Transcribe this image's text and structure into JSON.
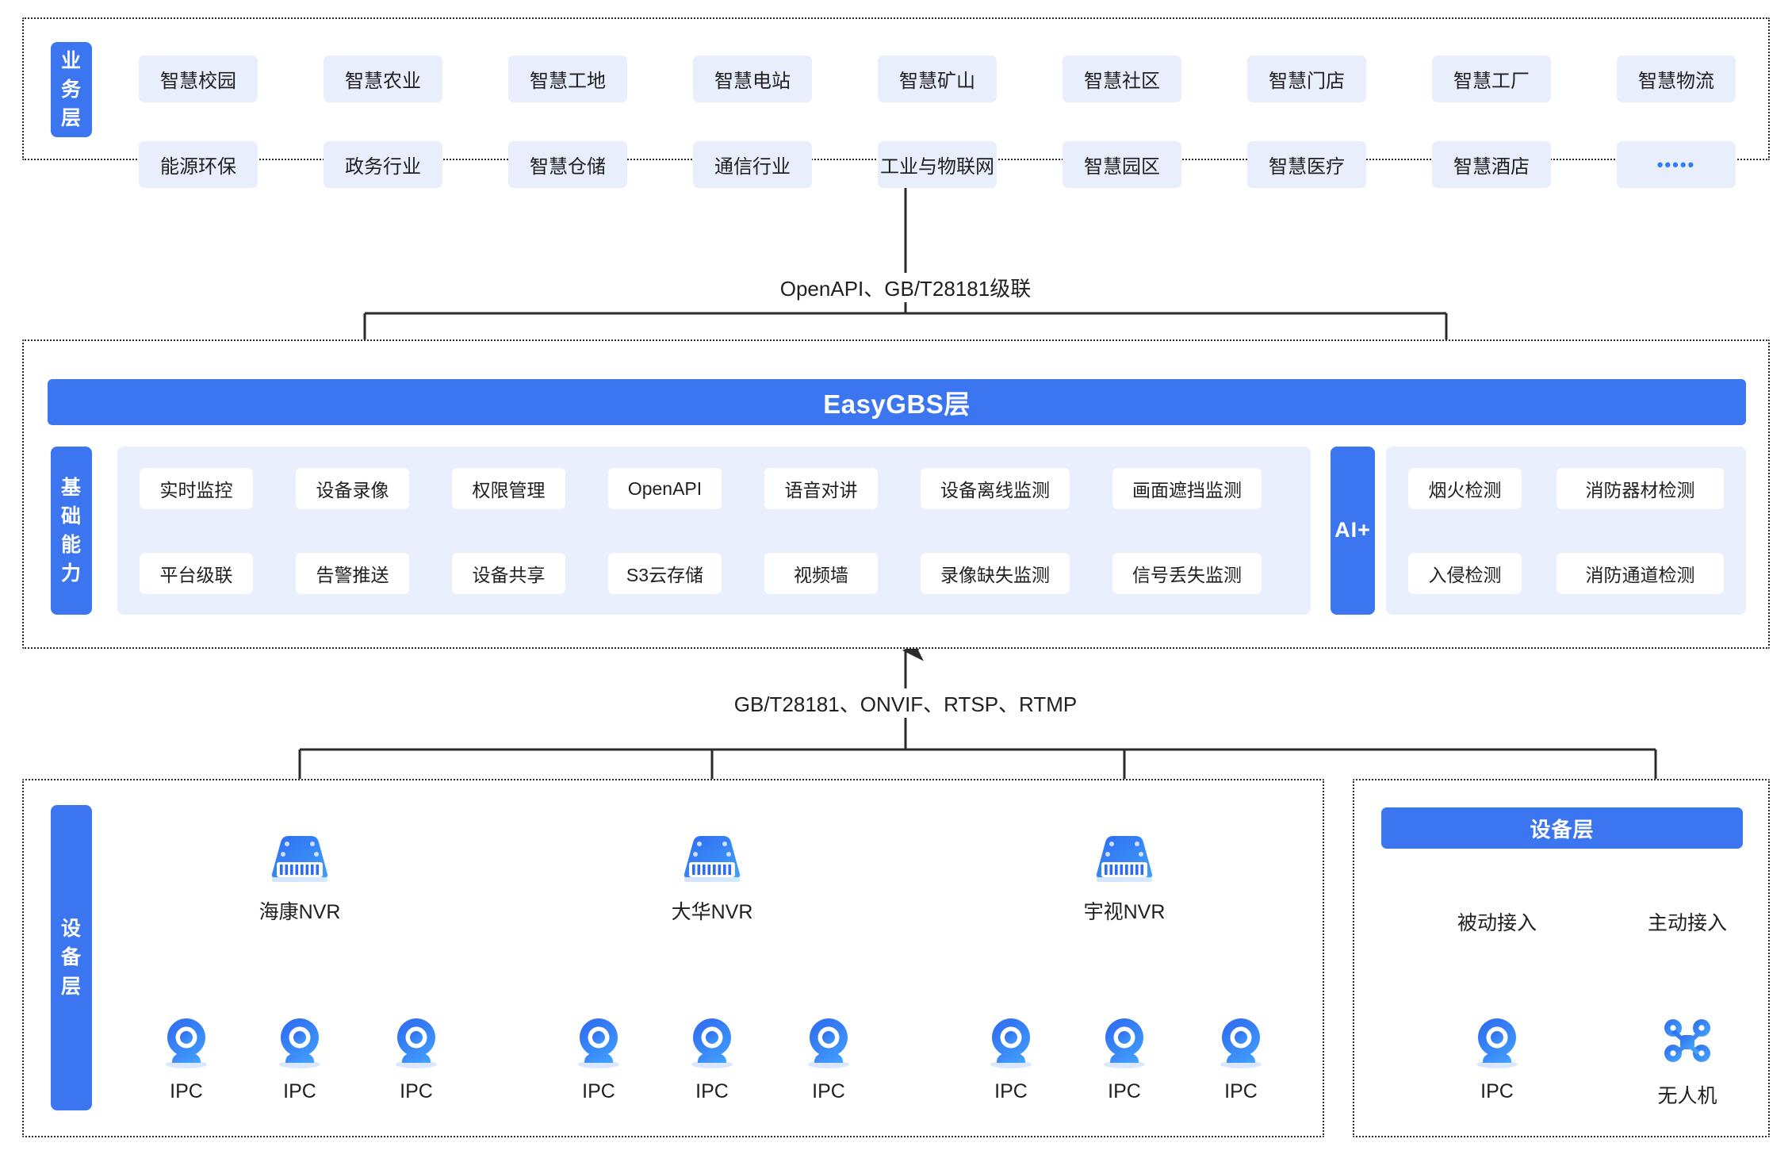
{
  "colors": {
    "brand_blue": "#3b76f0",
    "chip_bg": "#e8eefc",
    "panel_bg": "#e9effd",
    "line": "#2b2b2b",
    "text": "#1f1f1f",
    "icon_blue_dark": "#2f6bf0",
    "icon_blue_light": "#3fa0fb"
  },
  "business_layer": {
    "label_chars": [
      "业",
      "务",
      "层"
    ],
    "row1": [
      "智慧校园",
      "智慧农业",
      "智慧工地",
      "智慧电站",
      "智慧矿山",
      "智慧社区",
      "智慧门店",
      "智慧工厂",
      "智慧物流"
    ],
    "row2": [
      "能源环保",
      "政务行业",
      "智慧仓储",
      "通信行业",
      "工业与物联网",
      "智慧园区",
      "智慧医疗",
      "智慧酒店",
      "•••••"
    ]
  },
  "connector_top": {
    "text": "OpenAPI、GB/T28181级联"
  },
  "easygbs": {
    "title": "EasyGBS层",
    "capability_label_chars": [
      "基",
      "础",
      "能",
      "力"
    ],
    "capabilities_row1": [
      "实时监控",
      "设备录像",
      "权限管理",
      "OpenAPI",
      "语音对讲",
      "设备离线监测",
      "画面遮挡监测"
    ],
    "capabilities_row2": [
      "平台级联",
      "告警推送",
      "设备共享",
      "S3云存储",
      "视频墙",
      "录像缺失监测",
      "信号丢失监测"
    ],
    "ai": {
      "label": "AI+",
      "row1": [
        "烟火检测",
        "消防器材检测"
      ],
      "row2": [
        "入侵检测",
        "消防通道检测"
      ]
    }
  },
  "connector_bottom": {
    "text": "GB/T28181、ONVIF、RTSP、RTMP"
  },
  "device_layer": {
    "label_chars": [
      "设",
      "备",
      "层"
    ],
    "nvr_groups": [
      {
        "nvr_label": "海康NVR",
        "icon": "nvr-icon",
        "cameras": [
          "IPC",
          "IPC",
          "IPC"
        ]
      },
      {
        "nvr_label": "大华NVR",
        "icon": "nvr-icon",
        "cameras": [
          "IPC",
          "IPC",
          "IPC"
        ]
      },
      {
        "nvr_label": "宇视NVR",
        "icon": "nvr-icon",
        "cameras": [
          "IPC",
          "IPC",
          "IPC"
        ]
      }
    ],
    "right_panel": {
      "bar_title": "设备层",
      "branches": [
        {
          "access": "被动接入",
          "device": "IPC",
          "icon": "camera-icon"
        },
        {
          "access": "主动接入",
          "device": "无人机",
          "icon": "drone-icon"
        }
      ]
    }
  }
}
